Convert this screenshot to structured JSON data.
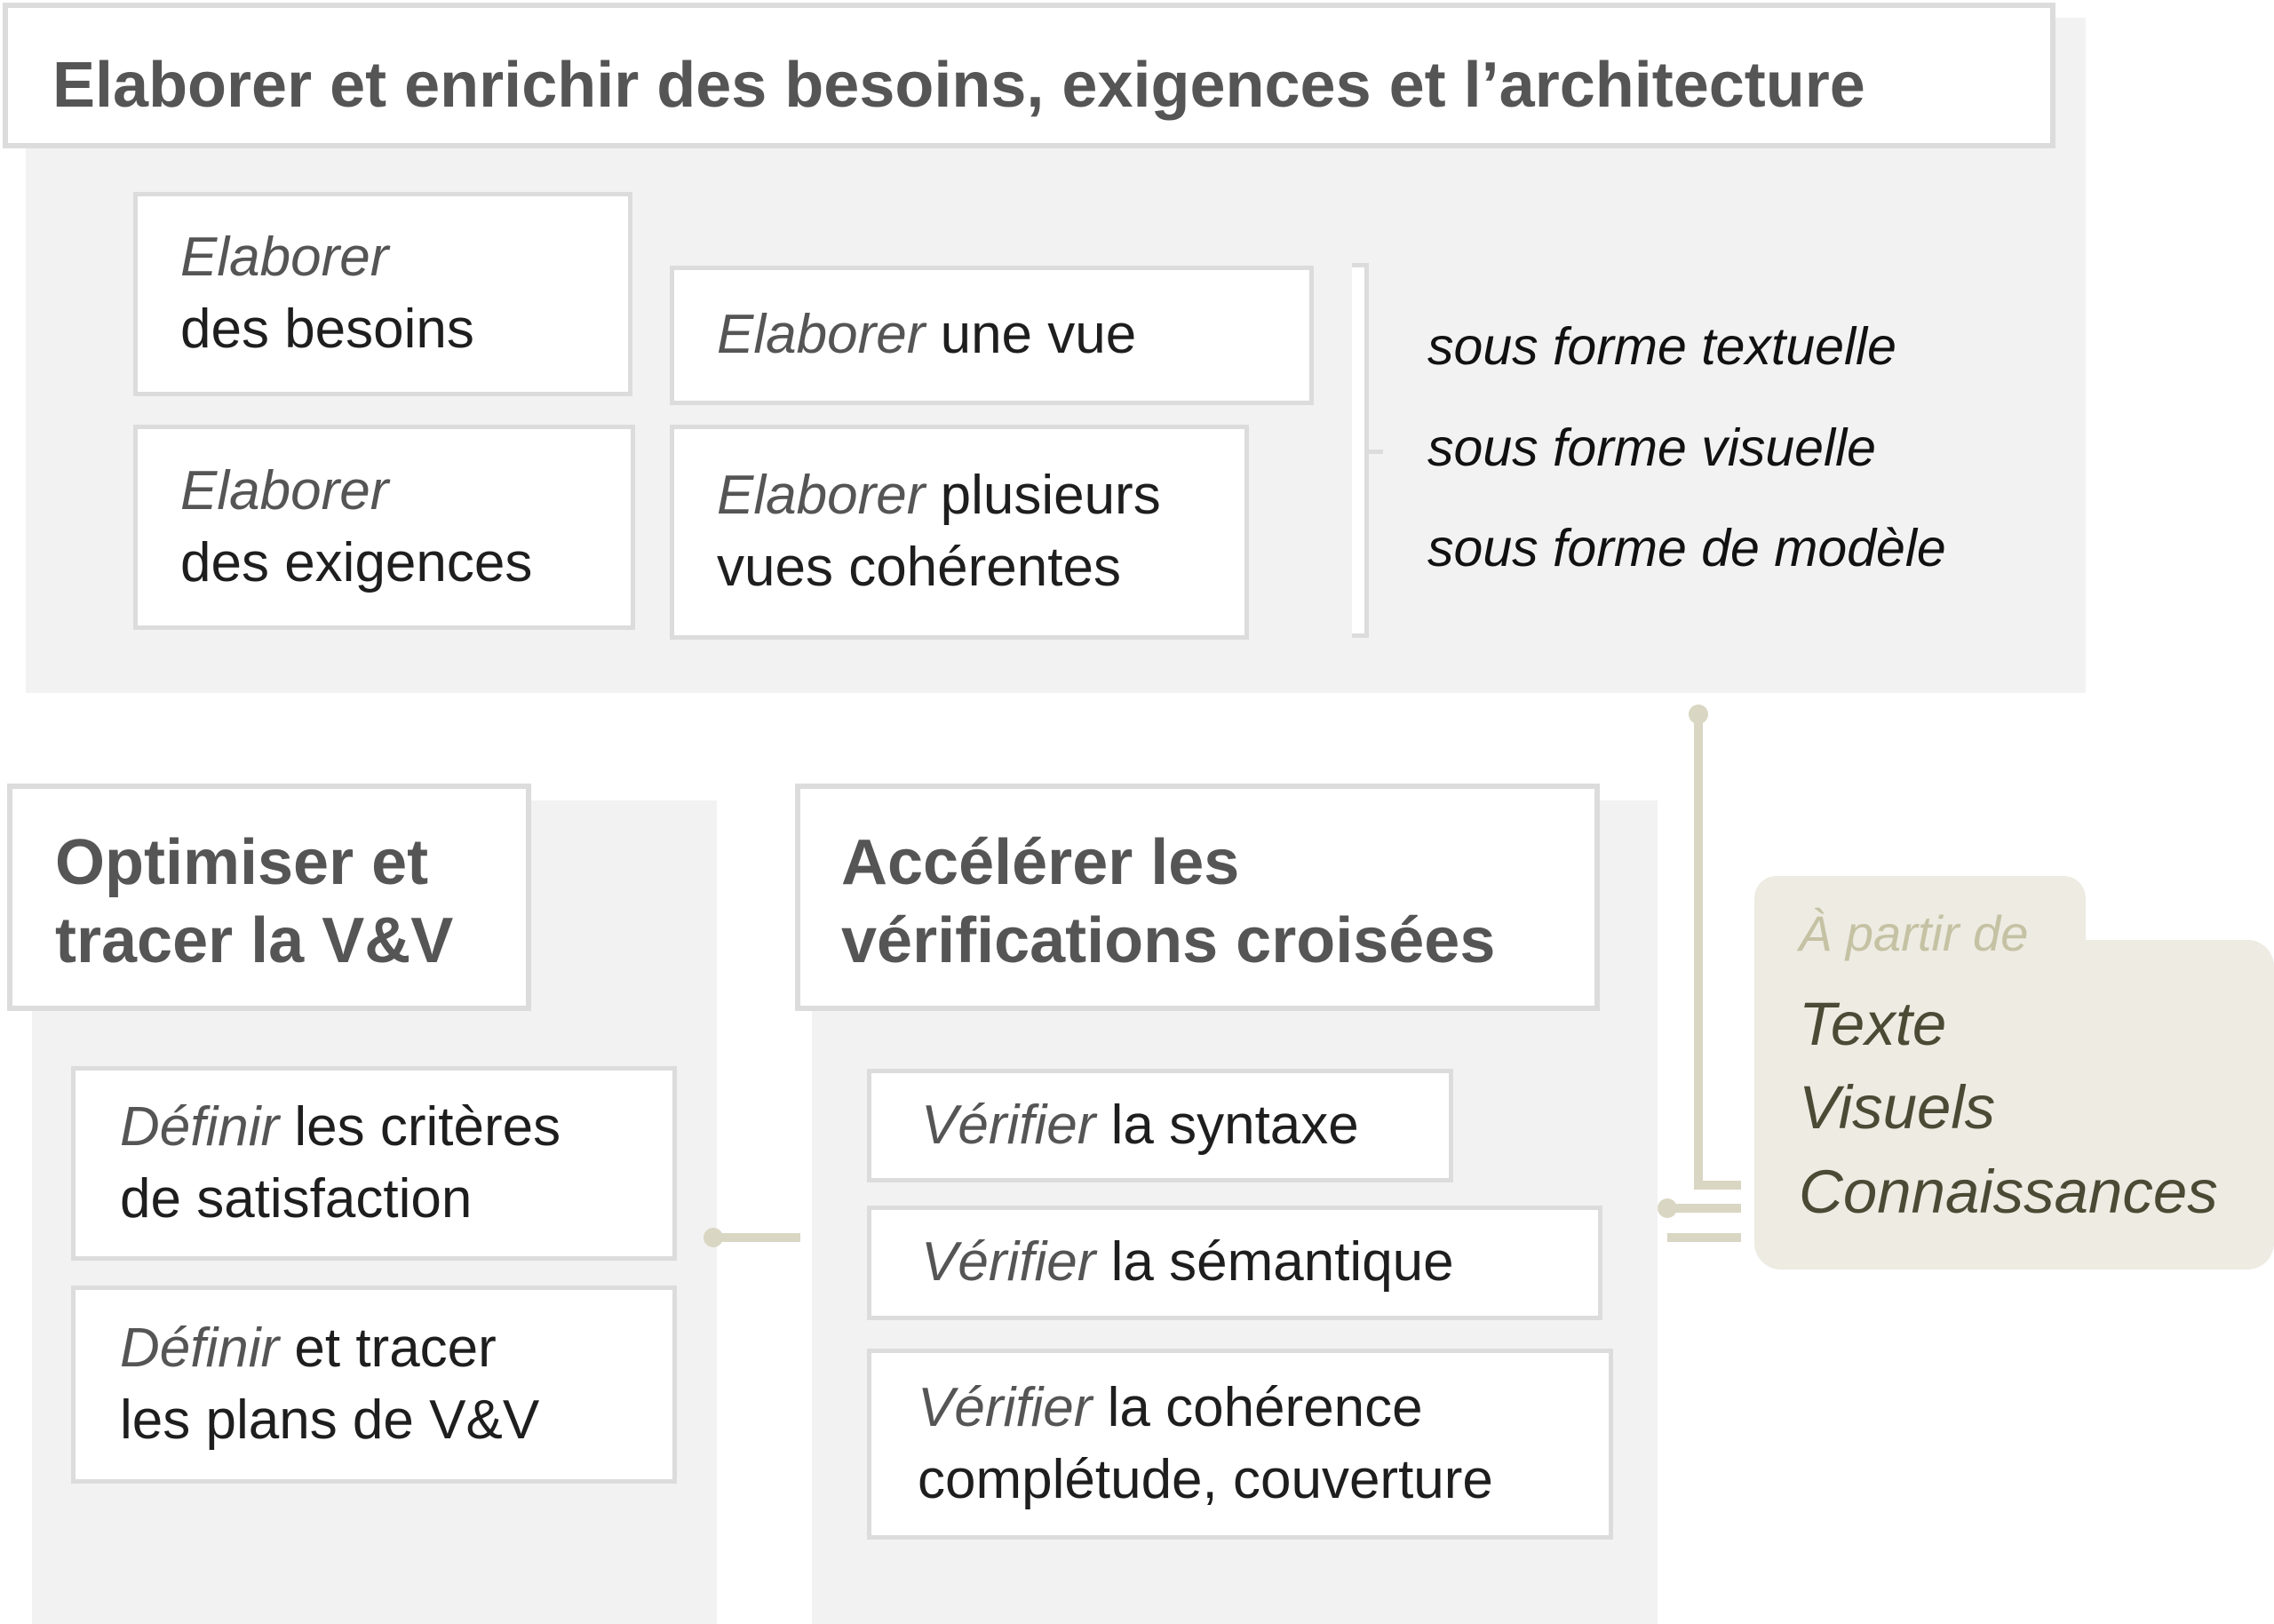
{
  "top": {
    "title": "Elaborer et enrichir des besoins, exigences et l’architecture",
    "boxes": [
      {
        "verb": "Elaborer",
        "rest": "des besoins"
      },
      {
        "verb": "Elaborer",
        "rest": "des exigences"
      },
      {
        "verb": "Elaborer",
        "rest": " une vue"
      },
      {
        "verb": "Elaborer",
        "rest": " plusieurs",
        "rest2": "vues cohérentes"
      }
    ],
    "forms": [
      "sous forme textuelle",
      "sous forme visuelle",
      "sous forme de modèle"
    ]
  },
  "vv": {
    "title_line1": "Optimiser et",
    "title_line2": "tracer la V&V",
    "boxes": [
      {
        "verb": "Définir",
        "rest": " les critères",
        "rest2": "de satisfaction"
      },
      {
        "verb": "Définir",
        "rest": " et tracer",
        "rest2": "les plans de V&V"
      }
    ]
  },
  "checks": {
    "title_line1": "Accélérer les",
    "title_line2": "vérifications croisées",
    "boxes": [
      {
        "verb": "Vérifier",
        "rest": " la syntaxe"
      },
      {
        "verb": "Vérifier",
        "rest": " la sémantique"
      },
      {
        "verb": "Vérifier",
        "rest": " la cohérence",
        "rest2": "complétude, couverture"
      }
    ]
  },
  "sources": {
    "label": "À partir de",
    "items": [
      "Texte",
      "Visuels",
      "Connaissances"
    ]
  },
  "colors": {
    "panel": "#f2f2f2",
    "border": "#dcdcdc",
    "connector": "#d9d6c3",
    "folder": "#edebe2",
    "source_text": "#4a4a35",
    "label_text": "#c5c2a4"
  }
}
